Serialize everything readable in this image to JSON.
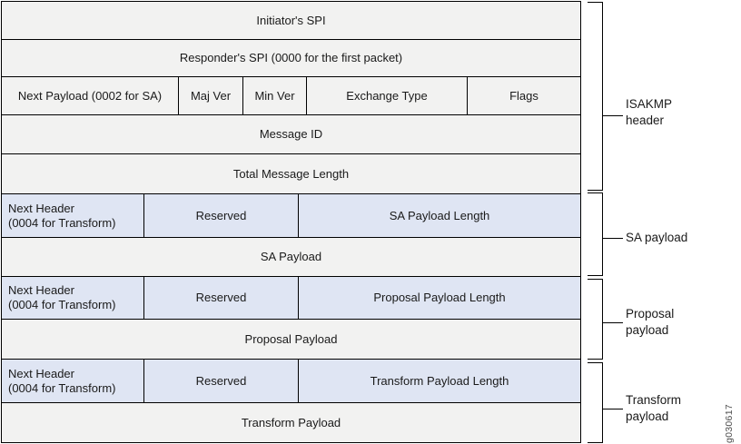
{
  "colors": {
    "row_bg": "#f2f2f1",
    "highlight_bg": "#dfe5f3",
    "border": "#000000",
    "text": "#1a1a1a",
    "figure_id": "#4d4d4d"
  },
  "packet_table": {
    "rows": [
      {
        "cells": [
          {
            "label": "Initiator's SPI"
          }
        ]
      },
      {
        "cells": [
          {
            "label": "Responder's SPI (0000 for the first packet)"
          }
        ]
      },
      {
        "cells": [
          {
            "label": "Next Payload (0002 for SA)"
          },
          {
            "label": "Maj Ver"
          },
          {
            "label": "Min Ver"
          },
          {
            "label": "Exchange Type"
          },
          {
            "label": "Flags"
          }
        ]
      },
      {
        "cells": [
          {
            "label": "Message ID"
          }
        ]
      },
      {
        "cells": [
          {
            "label": "Total Message Length"
          }
        ]
      },
      {
        "cells": [
          {
            "label": "Next Header\n(0004 for Transform)"
          },
          {
            "label": "Reserved"
          },
          {
            "label": "SA Payload Length"
          }
        ]
      },
      {
        "cells": [
          {
            "label": "SA Payload"
          }
        ]
      },
      {
        "cells": [
          {
            "label": "Next Header\n(0004 for Transform)"
          },
          {
            "label": "Reserved"
          },
          {
            "label": "Proposal Payload Length"
          }
        ]
      },
      {
        "cells": [
          {
            "label": "Proposal Payload"
          }
        ]
      },
      {
        "cells": [
          {
            "label": "Next Header\n(0004 for Transform)"
          },
          {
            "label": "Reserved"
          },
          {
            "label": "Transform Payload Length"
          }
        ]
      },
      {
        "cells": [
          {
            "label": "Transform Payload"
          }
        ]
      }
    ]
  },
  "annotations": {
    "isakmp_header": "ISAKMP\nheader",
    "sa_payload": "SA payload",
    "proposal_payload": "Proposal\npayload",
    "transform_payload": "Transform\npayload"
  },
  "figure_id": "g030617"
}
